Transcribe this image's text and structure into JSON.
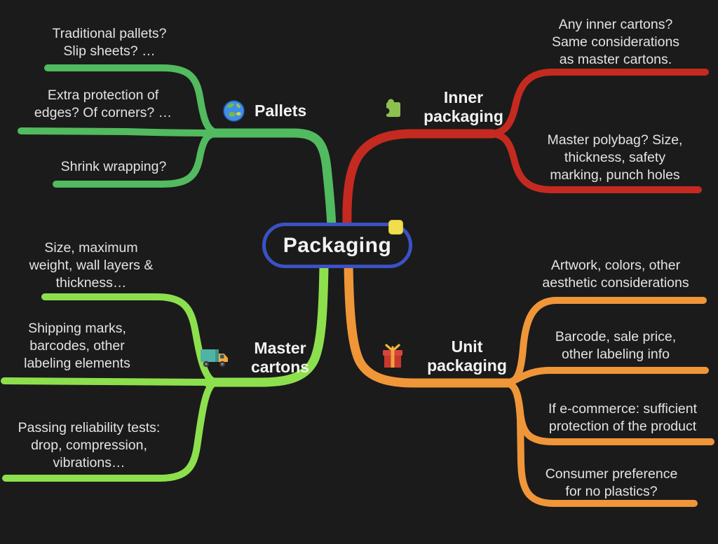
{
  "app": {
    "type": "mind-map"
  },
  "colors": {
    "background": "#1b1b1b",
    "text": "#e3e3e3",
    "center_border": "#3b52c4",
    "marker_yellow": "#f2de4d",
    "pallets_green": "#52ba5f",
    "inner_red": "#c52a20",
    "master_green": "#8de04d",
    "unit_orange": "#ef9639"
  },
  "center": {
    "label": "Packaging"
  },
  "branches": [
    {
      "id": "pallets",
      "label": [
        "Pallets"
      ],
      "icon": "globe-icon",
      "color": "#52ba5f",
      "items": [
        [
          "Traditional pallets?",
          "Slip sheets? …"
        ],
        [
          "Extra protection of",
          "edges? Of corners? …"
        ],
        [
          "Shrink wrapping?"
        ]
      ]
    },
    {
      "id": "inner-packaging",
      "label": [
        "Inner",
        "packaging"
      ],
      "icon": "puzzle-icon",
      "color": "#c52a20",
      "items": [
        [
          "Any inner cartons?",
          "Same considerations",
          "as master cartons."
        ],
        [
          "Master polybag? Size,",
          "thickness, safety",
          "marking, punch holes"
        ]
      ]
    },
    {
      "id": "master-cartons",
      "label": [
        "Master",
        "cartons"
      ],
      "icon": "truck-icon",
      "color": "#8de04d",
      "items": [
        [
          "Size, maximum",
          "weight, wall layers &",
          "thickness…"
        ],
        [
          "Shipping marks,",
          "barcodes, other",
          "labeling elements"
        ],
        [
          "Passing reliability tests:",
          "drop, compression,",
          "vibrations…"
        ]
      ]
    },
    {
      "id": "unit-packaging",
      "label": [
        "Unit",
        "packaging"
      ],
      "icon": "gift-icon",
      "color": "#ef9639",
      "items": [
        [
          "Artwork, colors, other",
          "aesthetic considerations"
        ],
        [
          "Barcode, sale price,",
          "other labeling info"
        ],
        [
          "If e-commerce: sufficient",
          "protection of the product"
        ],
        [
          "Consumer preference",
          "for no plastics?"
        ]
      ]
    }
  ]
}
